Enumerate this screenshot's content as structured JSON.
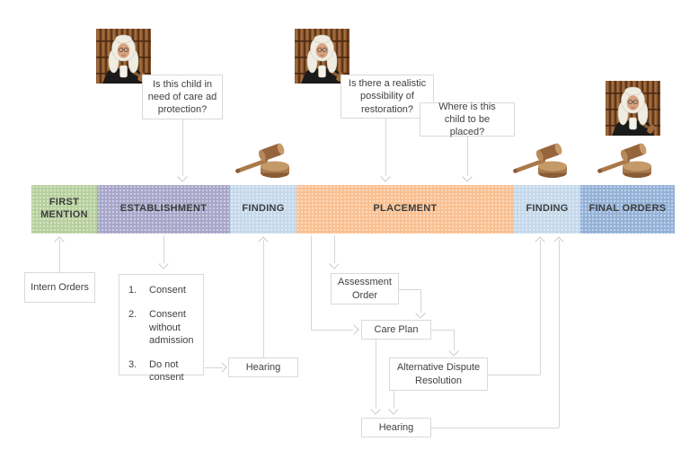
{
  "colors": {
    "segment_first_mention": "#b6d09c",
    "segment_establishment": "#a8a6c9",
    "segment_finding": "#c5d9ec",
    "segment_placement": "#fac091",
    "segment_final_orders": "#93b1d7",
    "box_border": "#d9d9d9",
    "connector_line": "#d6d6d6",
    "text": "#404040"
  },
  "timeline": {
    "segments": [
      {
        "label": "FIRST MENTION"
      },
      {
        "label": "ESTABLISHMENT"
      },
      {
        "label": "FINDING"
      },
      {
        "label": "PLACEMENT"
      },
      {
        "label": "FINDING"
      },
      {
        "label": "FINAL ORDERS"
      }
    ]
  },
  "questions": {
    "care_protection": "Is this child in need of care ad protection?",
    "restoration": "Is there a realistic possibility of restoration?",
    "placement": "Where is this child to be placed?"
  },
  "process_boxes": {
    "intern_orders": "Intern Orders",
    "hearing_establishment": "Hearing",
    "assessment_order": "Assessment Order",
    "care_plan": "Care Plan",
    "alternative_dispute_resolution": "Alternative Dispute Resolution",
    "hearing_placement": "Hearing"
  },
  "consent_list": {
    "items": [
      {
        "num": "1.",
        "text": "Consent"
      },
      {
        "num": "2.",
        "text": "Consent without admission"
      },
      {
        "num": "3.",
        "text": "Do not consent"
      }
    ]
  },
  "icons": {
    "judge_photo": "judge wearing white wig in courtroom",
    "gavel": "wooden gavel on sound block"
  }
}
